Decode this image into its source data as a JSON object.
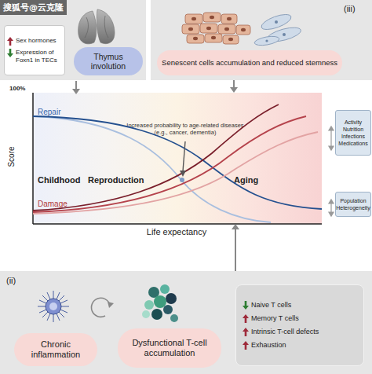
{
  "diagram": {
    "nodes": [
      {
        "text": [
          "Sex hormones",
          "Expression of Foxn1 in TECs"
        ]
      },
      {
        "text": [
          "Thymus involution"
        ]
      },
      {
        "text": [
          "(iii)"
        ]
      },
      {
        "text": [
          "Senescent cells accumulation and reduced stemness"
        ],
        "in": 2
      },
      {
        "text": [
          "Repair",
          "Childhood",
          "Reproduction",
          "Increased probability to age-related diseases (e.g., cancer, dementia)",
          "Aging",
          "Damage"
        ]
      },
      {
        "text": [
          "Activity Nutrition Infections Medications"
        ]
      },
      {
        "text": [
          "Population Heterogeneity"
        ]
      },
      {
        "text": [
          "(ii)"
        ]
      },
      {
        "text": [
          "Chronic inflammation"
        ],
        "in": 7
      },
      {
        "text": [
          "Dysfunctional T-cell accumulation"
        ],
        "in": 7
      },
      {
        "text": [
          "Naive T cells",
          "Memory T cells",
          "Intrinsic T-cell defects",
          "Exhaustion"
        ],
        "in": 7
      }
    ],
    "edges": [
      {
        "from": 2,
        "to": 4,
        "arrow": "to"
      },
      {
        "from": 7,
        "to": 4,
        "arrow": "to"
      }
    ],
    "labels": [
      "搜狐号@云克隆",
      "100%",
      "Score",
      "Life expectancy"
    ]
  }
}
